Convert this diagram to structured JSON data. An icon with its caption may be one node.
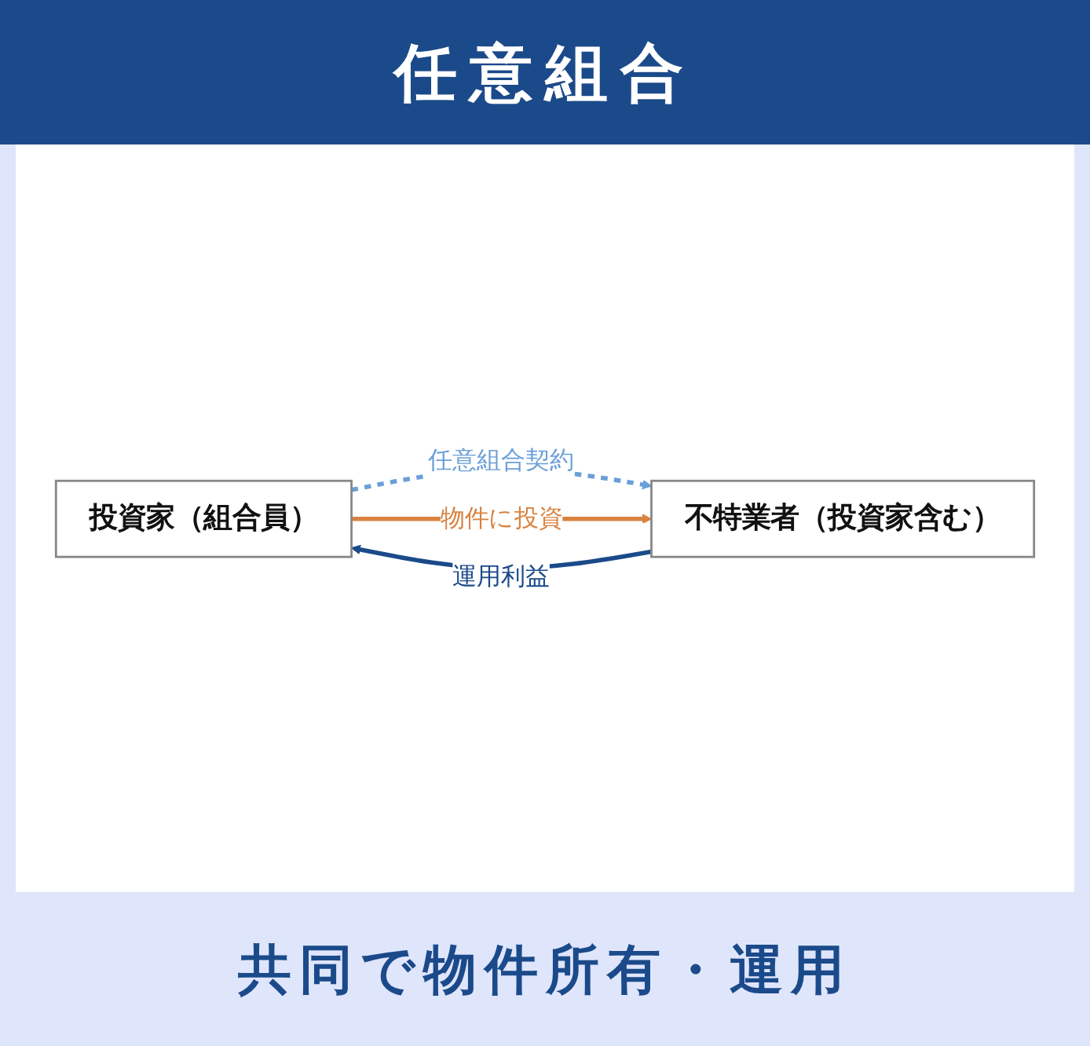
{
  "diagram": {
    "title": "任意組合",
    "caption": "共同で物件所有・運用",
    "nodes": [
      {
        "text": [
          "投資家（組合員）"
        ]
      },
      {
        "text": [
          "不特業者（投資家含む）"
        ]
      }
    ],
    "edges": [
      {
        "from": 0,
        "to": 1,
        "arrow": "to",
        "label": "任意組合契約",
        "style": "dashed",
        "color": "#6a9fd8"
      },
      {
        "from": 0,
        "to": 1,
        "arrow": "to",
        "label": "物件に投資",
        "color": "#d9823f"
      },
      {
        "from": 1,
        "to": 0,
        "arrow": "to",
        "label": "運用利益",
        "color": "#1b4a8a"
      }
    ]
  }
}
